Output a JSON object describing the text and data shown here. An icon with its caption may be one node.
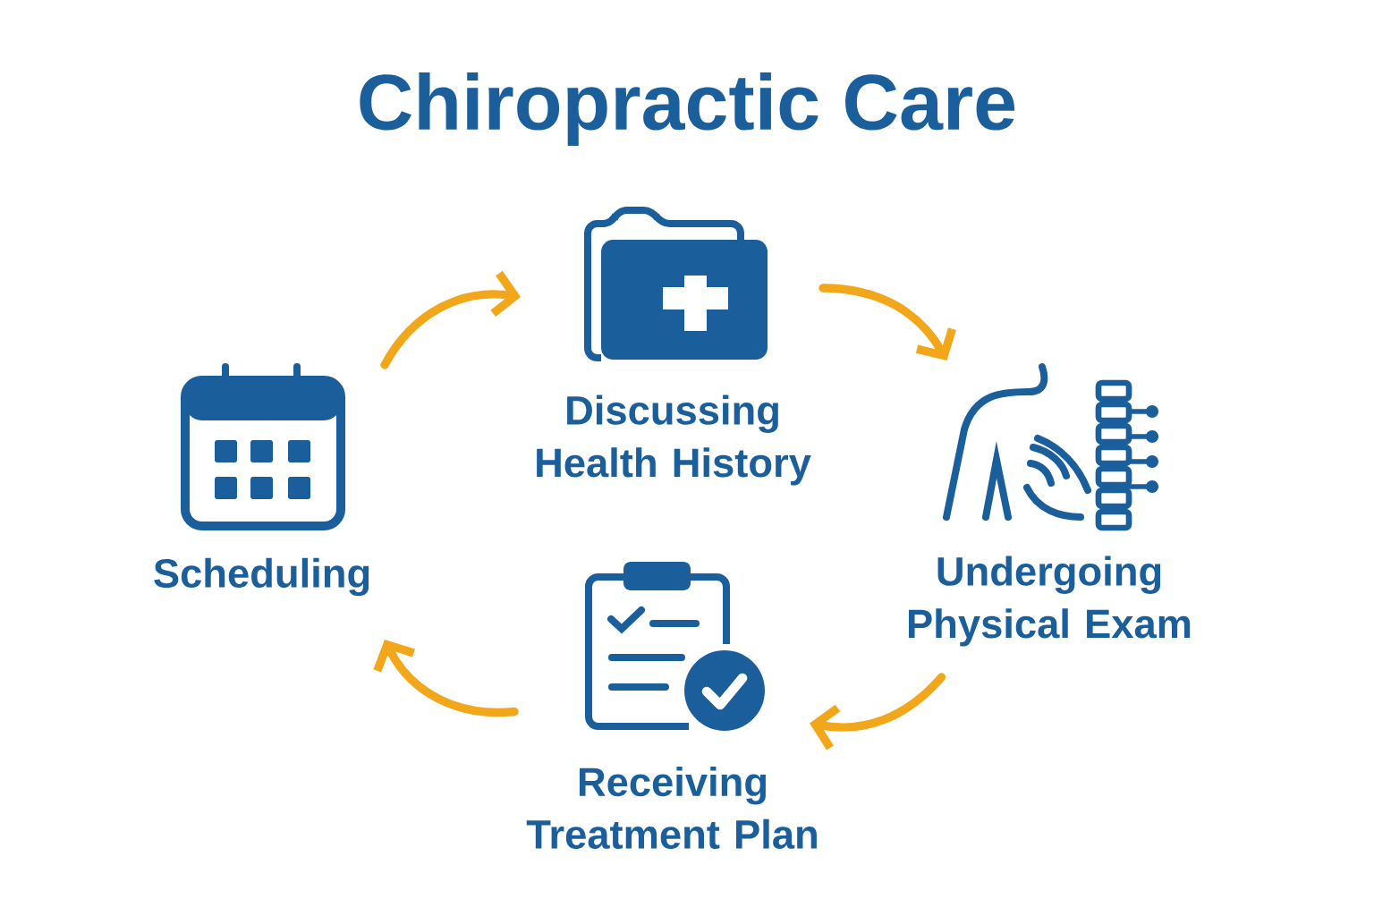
{
  "diagram": {
    "title": "Chiropractic Care",
    "nodes": [
      {
        "text": [
          "Scheduling"
        ]
      },
      {
        "text": [
          "Discussing Health History"
        ]
      },
      {
        "text": [
          "Undergoing Physical Exam"
        ]
      },
      {
        "text": [
          "Receiving Treatment Plan"
        ]
      }
    ],
    "edges": [
      {
        "from": 0,
        "to": 1,
        "arrow": "to"
      },
      {
        "from": 1,
        "to": 2,
        "arrow": "to"
      },
      {
        "from": 2,
        "to": 3,
        "arrow": "to"
      },
      {
        "from": 3,
        "to": 0,
        "arrow": "to"
      }
    ]
  }
}
